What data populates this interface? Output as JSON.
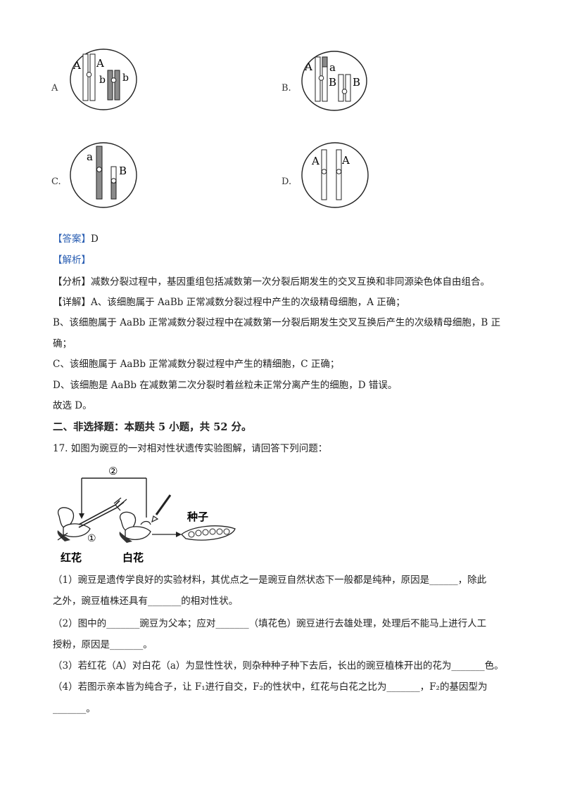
{
  "options": {
    "A": {
      "letter": "A",
      "labels": [
        "A",
        "A",
        "b",
        "b"
      ]
    },
    "B": {
      "letter": "B.",
      "labels": [
        "A",
        "a",
        "B",
        "B"
      ]
    },
    "C": {
      "letter": "C.",
      "labels": [
        "a",
        "B"
      ]
    },
    "D": {
      "letter": "D.",
      "labels": [
        "A",
        "A"
      ]
    }
  },
  "answer": {
    "tag": "【答案】",
    "value": "D"
  },
  "analysis": {
    "tag": "【解析】"
  },
  "fenxi": {
    "tag": "【分析】",
    "text": "减数分裂过程中，基因重组包括减数第一次分裂后期发生的交叉互换和非同源染色体自由组合。"
  },
  "xiangjie": {
    "tag": "【详解】",
    "line1": "A、该细胞属于 AaBb 正常减数分裂过程中产生的次级精母细胞，A 正确；",
    "line2": "B、该细胞属于 AaBb 正常减数分裂过程中在减数第一分裂后期发生交叉互换后产生的次级精母细胞，B 正",
    "line3": "确；",
    "line4": "C、该细胞属于 AaBb 正常减数分裂过程中产生的精细胞，C 正确；",
    "line5": "D、该细胞是 AaBb 在减数第二次分裂时着丝粒未正常分离产生的细胞，D 错误。",
    "line6": "故选 D。"
  },
  "section2": {
    "title": "二、非选择题：本题共 5 小题，共 52 分。"
  },
  "q17": {
    "stem": "17. 如图为豌豆的一对相对性状遗传实验图解，请回答下列问题：",
    "figure": {
      "circle2": "②",
      "circle1": "①",
      "seed": "种子",
      "red": "红花",
      "white": "白花"
    },
    "q1a": "（1）豌豆是遗传学良好的实验材料，其优点之一是豌豆自然状态下一般都是纯种，原因是______，除此",
    "q1b": "之外，豌豆植株还具有_______的相对性状。",
    "q2a": "（2）图中的_______豌豆为父本；应对_______（填花色）豌豆进行去雄处理，处理后不能马上进行人工",
    "q2b": "授粉，原因是_______。",
    "q3": "（3）若红花（A）对白花（a）为显性性状，则杂种种子种下去后，长出的豌豆植株开出的花为_______色。",
    "q4a": "（4）若图示亲本皆为纯合子，让 F₁进行自交，F₂的性状中，红花与白花之比为_______，F₂的基因型为",
    "q4b": "_______。"
  }
}
